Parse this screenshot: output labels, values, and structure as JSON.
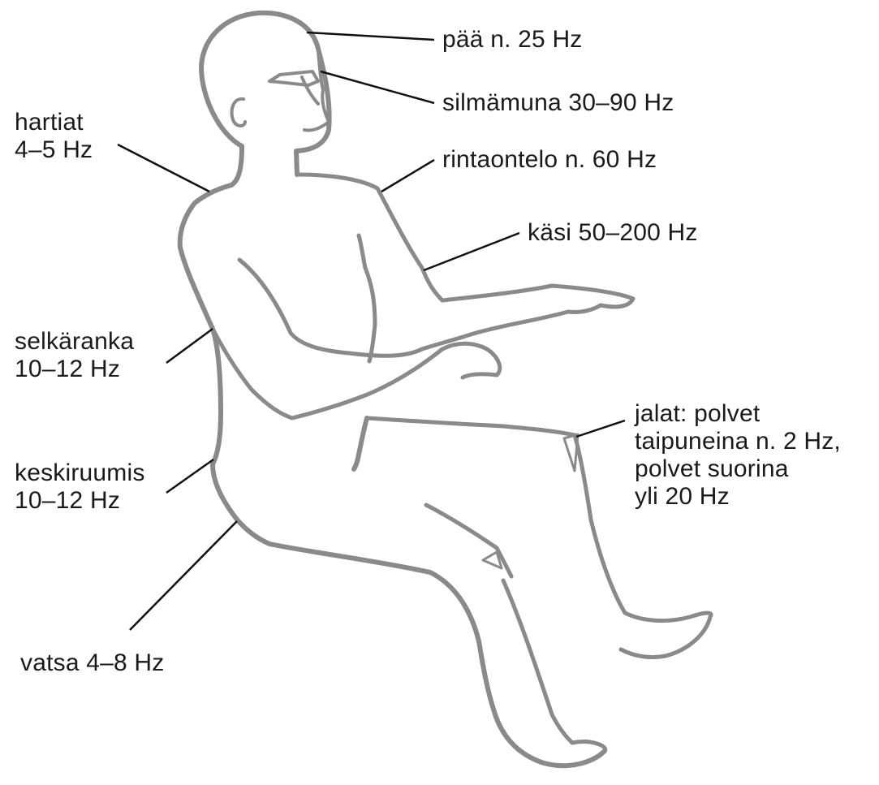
{
  "colors": {
    "body_outline": "#8a8a8a",
    "leader_line": "#111111",
    "text": "#1a1a1a",
    "background": "#ffffff"
  },
  "labels": {
    "head": "pää n. 25 Hz",
    "eyeball": "silmämuna 30–90 Hz",
    "chest": "rintaontelo n. 60 Hz",
    "hand": "käsi 50–200 Hz",
    "shoulders": {
      "line1": "hartiat",
      "line2": "4–5 Hz"
    },
    "spine": {
      "line1": "selkäranka",
      "line2": "10–12 Hz"
    },
    "torso": {
      "line1": "keskiruumis",
      "line2": "10–12 Hz"
    },
    "abdomen": "vatsa 4–8 Hz",
    "legs": {
      "line1": "jalat: polvet",
      "line2": "taipuneina n. 2 Hz,",
      "line3": "polvet suorina",
      "line4": "yli 20 Hz"
    }
  }
}
